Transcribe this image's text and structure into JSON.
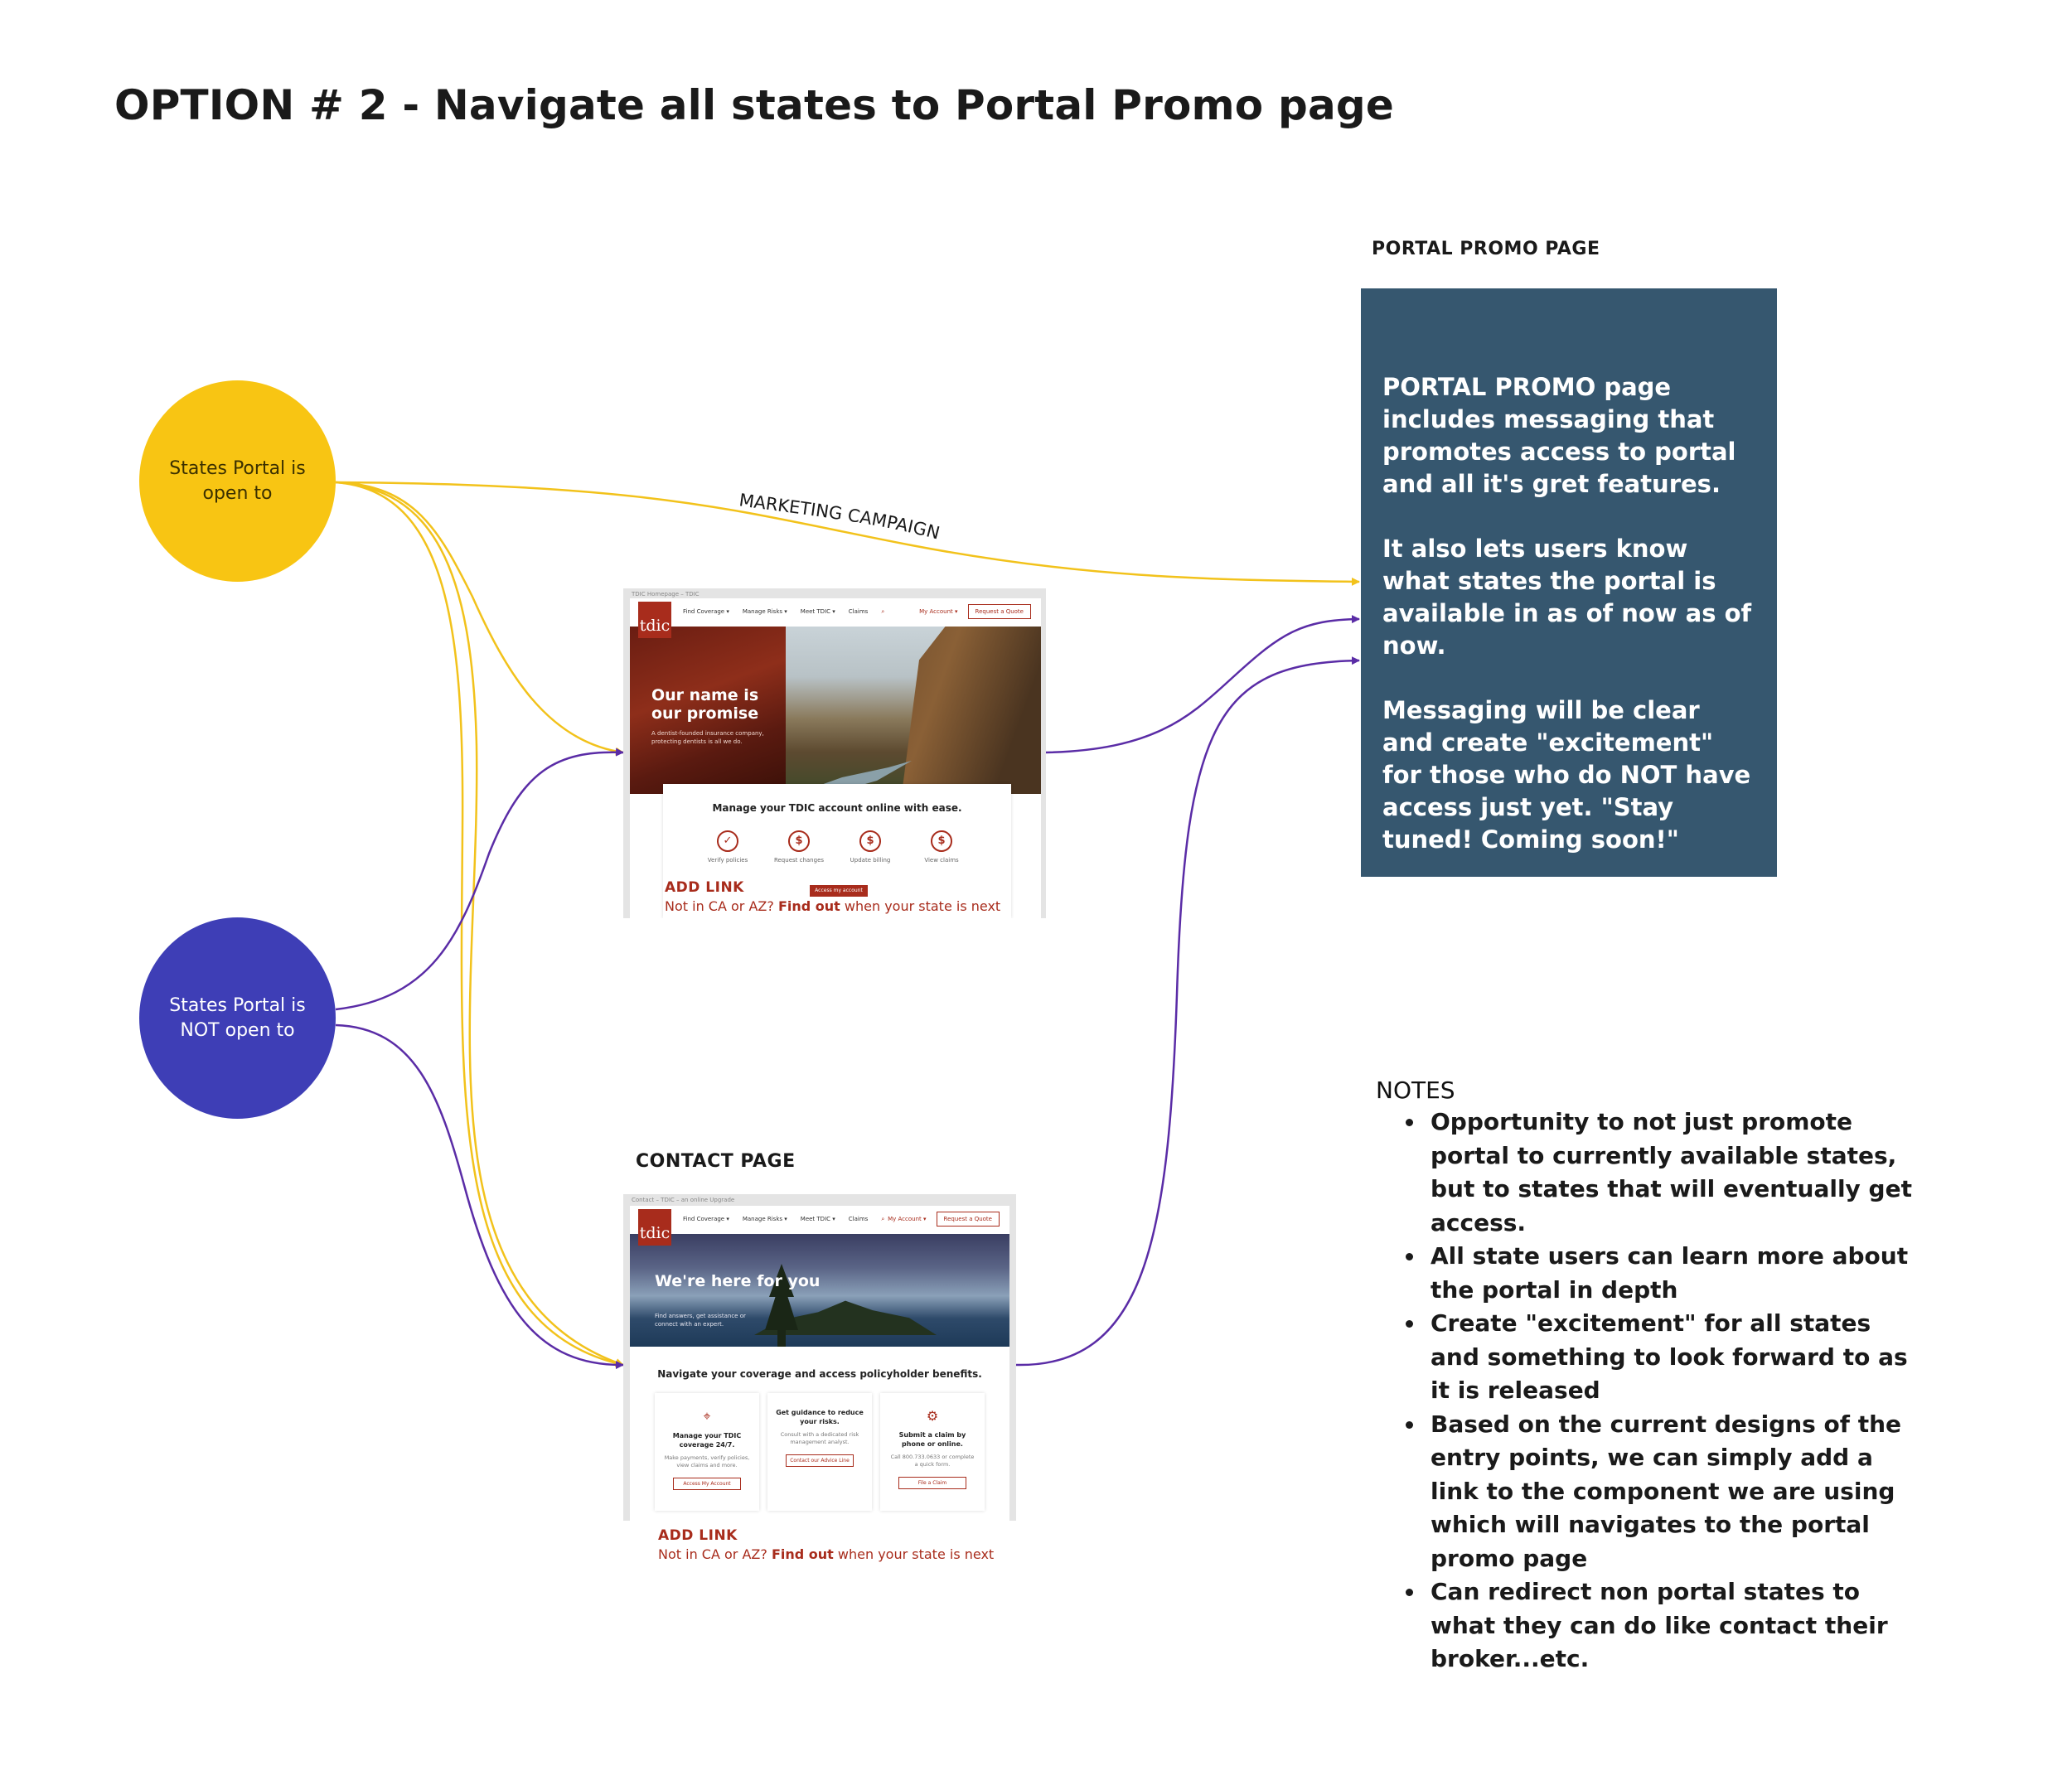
{
  "title": "OPTION # 2 - Navigate all states to Portal Promo page",
  "nodes": {
    "states_open": "States Portal is open to",
    "states_not_open": "States Portal is NOT open to"
  },
  "colors": {
    "yellow": "#f8c513",
    "purple": "#3e3eb6",
    "yellow_line": "#f2c21b",
    "purple_line": "#5a2ca6",
    "promo_box": "#36576f",
    "brand_red": "#a82c1c"
  },
  "edge_label": "MARKETING CAMPAIGN",
  "promo": {
    "label": "PORTAL PROMO PAGE",
    "paragraphs": [
      "PORTAL PROMO page includes messaging that promotes access to portal and all it's gret features.",
      "It also lets users know what states the portal is available in as of now as of now.",
      "Messaging will be clear and create \"excitement\" for those who do NOT have access just yet. \"Stay tuned! Coming soon!\""
    ]
  },
  "homepage_mock": {
    "meta": "TDIC Homepage – TDIC",
    "logo": "tdic",
    "nav": [
      "Find Coverage ▾",
      "Manage Risks ▾",
      "Meet TDIC ▾",
      "Claims"
    ],
    "nav_account": "My Account ▾",
    "nav_quote": "Request a Quote",
    "hero_title": "Our name is our promise",
    "hero_sub": "A dentist-founded insurance company, protecting dentists is all we do.",
    "card_title": "Manage your TDIC account online with ease.",
    "features": [
      {
        "icon": "shield-check-icon",
        "glyph": "✓",
        "label": "Verify policies"
      },
      {
        "icon": "dollar-icon",
        "glyph": "$",
        "label": "Request changes"
      },
      {
        "icon": "dollar-icon",
        "glyph": "$",
        "label": "Update billing"
      },
      {
        "icon": "dollar-icon",
        "glyph": "$",
        "label": "View claims"
      }
    ],
    "button": "Access my account",
    "add_link": "ADD LINK",
    "note_pre": "Not in CA or AZ?",
    "note_bold": "Find out",
    "note_post": "when your state is next"
  },
  "contact": {
    "label": "CONTACT PAGE",
    "meta": "Contact – TDIC – an online Upgrade",
    "logo": "tdic",
    "nav": [
      "Find Coverage ▾",
      "Manage Risks ▾",
      "Meet TDIC ▾",
      "Claims"
    ],
    "nav_account": "My Account ▾",
    "nav_quote": "Request a Quote",
    "hero_title": "We're here for you",
    "hero_sub": "Find answers, get assistance or connect with an expert.",
    "heading": "Navigate your coverage and access policyholder benefits.",
    "cards": [
      {
        "icon": "cursor-click-icon",
        "glyph": "⌖",
        "title": "Manage your TDIC coverage 24/7.",
        "text": "Make payments, verify policies, view claims and more.",
        "button": "Access My Account"
      },
      {
        "icon": "guidance-icon",
        "glyph": "",
        "title": "Get guidance to reduce your risks.",
        "text": "Consult with a dedicated risk management analyst.",
        "button": "Contact our Advice Line"
      },
      {
        "icon": "gear-icon",
        "glyph": "⚙",
        "title": "Submit a claim by phone or online.",
        "text": "Call 800.733.0633 or complete a quick form.",
        "button": "File a Claim"
      }
    ],
    "add_link": "ADD LINK",
    "note_pre": "Not in CA or AZ?",
    "note_bold": "Find out",
    "note_post": "when your state is next"
  },
  "notes": {
    "title": "NOTES",
    "items": [
      "Opportunity to not just promote portal to currently available states, but to states that will eventually get access.",
      "All state users can learn more about the portal in depth",
      "Create \"excitement\" for all states and something to look forward to as it is released",
      "Based on the current designs of the entry points, we can simply add a link to the component we are using which will navigates to the portal promo page",
      "Can redirect non portal states to what they can do like contact their broker...etc."
    ]
  }
}
